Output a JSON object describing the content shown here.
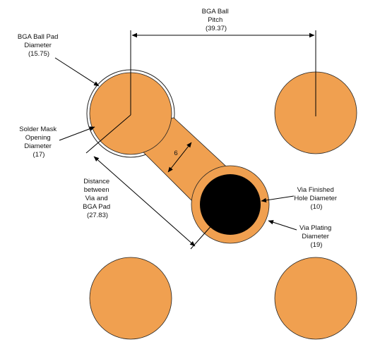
{
  "colors": {
    "pad_fill": "#f0a050",
    "pad_stroke": "#222222",
    "hole_fill": "#000000",
    "dimension_line": "#000000"
  },
  "labels": {
    "bga_pitch": [
      "BGA Ball",
      "Pitch",
      "(39.37)"
    ],
    "pad_diameter": [
      "BGA Ball Pad",
      "Diameter",
      "(15.75)"
    ],
    "solder_mask": [
      "Solder Mask",
      "Opening",
      "Diameter",
      "(17)"
    ],
    "distance": [
      "Distance",
      "between",
      "Via and",
      "BGA Pad",
      "(27.83)"
    ],
    "trace_width": "6",
    "via_hole": [
      "Via Finished",
      "Hole Diameter",
      "(10)"
    ],
    "via_plating": [
      "Via Plating",
      "Diameter",
      "(19)"
    ]
  }
}
